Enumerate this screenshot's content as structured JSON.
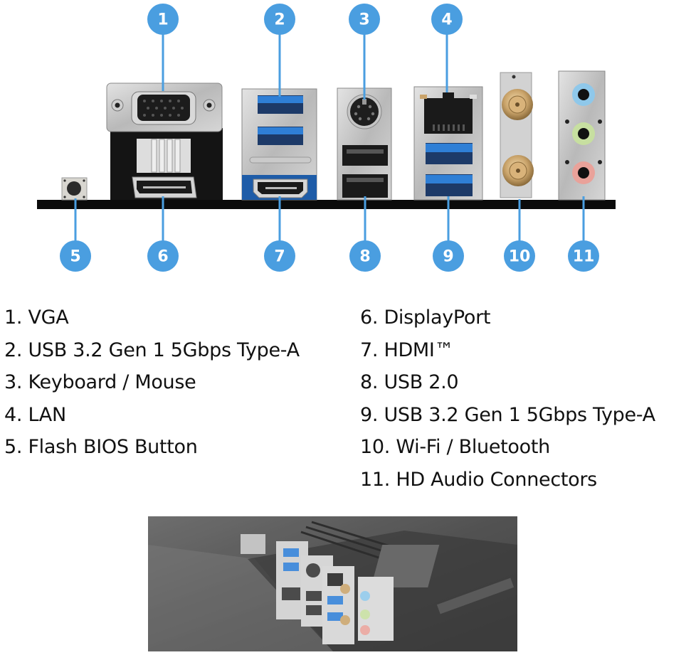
{
  "colors": {
    "callout": "#4a9ee0",
    "usb3_blue": "#2f7fd6",
    "bar": "#0b0b0b",
    "metal": "#c4c4c4",
    "gold": "#c9a36a",
    "audio_blue": "#8fc8ea",
    "audio_green": "#c7dfa0",
    "audio_pink": "#e9a29a"
  },
  "callouts": [
    {
      "num": "1",
      "name": "VGA"
    },
    {
      "num": "2",
      "name": "USB 3.2 Gen 1 5Gbps Type-A"
    },
    {
      "num": "3",
      "name": "Keyboard / Mouse"
    },
    {
      "num": "4",
      "name": "LAN"
    },
    {
      "num": "5",
      "name": "Flash BIOS Button"
    },
    {
      "num": "6",
      "name": "DisplayPort"
    },
    {
      "num": "7",
      "name": "HDMI™"
    },
    {
      "num": "8",
      "name": "USB 2.0"
    },
    {
      "num": "9",
      "name": "USB 3.2 Gen 1 5Gbps Type-A"
    },
    {
      "num": "10",
      "name": "Wi-Fi / Bluetooth"
    },
    {
      "num": "11",
      "name": "HD Audio Connectors"
    }
  ],
  "legend": {
    "left": [
      "1. VGA",
      "2. USB 3.2 Gen 1 5Gbps Type-A",
      "3. Keyboard / Mouse",
      "4. LAN",
      "5. Flash BIOS Button"
    ],
    "right": [
      "6. DisplayPort",
      "7. HDMI™",
      "8. USB 2.0",
      "9. USB 3.2 Gen 1 5Gbps Type-A",
      "10. Wi-Fi / Bluetooth",
      "11. HD Audio Connectors"
    ]
  },
  "photo": {
    "description": "motherboard rear I/O photo"
  }
}
